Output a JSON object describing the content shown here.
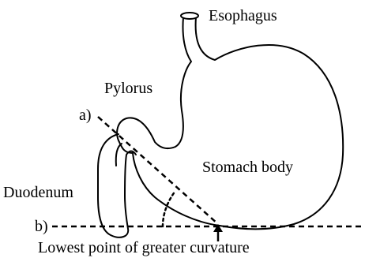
{
  "labels": {
    "esophagus": "Esophagus",
    "pylorus": "Pylorus",
    "line_a": "a)",
    "line_b": "b)",
    "stomach_body": "Stomach body",
    "duodenum": "Duodenum",
    "lowest_point": "Lowest point of greater curvature"
  },
  "colors": {
    "stroke": "#000000",
    "fill": "#ffffff"
  }
}
